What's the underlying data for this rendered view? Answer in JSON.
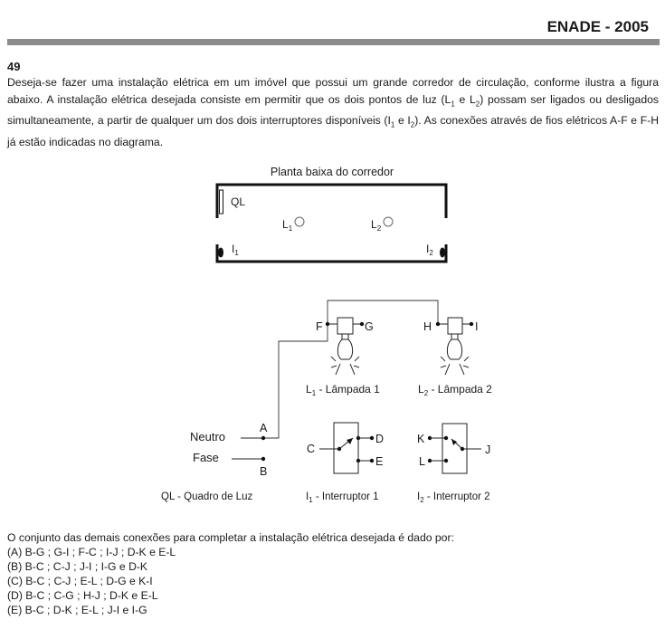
{
  "header": {
    "title": "ENADE - 2005"
  },
  "question": {
    "number": "49",
    "p1": "Deseja-se fazer uma instalação elétrica em um imóvel que possui um grande corredor de circulação, conforme ilustra a figura abaixo. A instalação elétrica desejada consiste em permitir que os dois pontos de luz (L",
    "p1_sub1": "1",
    "p2": " e L",
    "p2_sub2": "2",
    "p3": ") possam ser ligados ou desligados simultaneamente, a partir de qualquer um dos dois interruptores disponíveis (I",
    "p3_sub1": "1",
    "p4": " e I",
    "p4_sub2": "2",
    "p5": "). As conexões através de fios elétricos A-F e F-H já estão indicadas no diagrama."
  },
  "plan": {
    "title": "Planta baixa do corredor",
    "ql_label": "QL",
    "l1": "L",
    "l1_sub": "1",
    "l2": "L",
    "l2_sub": "2",
    "i1": "I",
    "i1_sub": "1",
    "i2": "I",
    "i2_sub": "2"
  },
  "circuit": {
    "F": "F",
    "G": "G",
    "H": "H",
    "I": "I",
    "lamp1_L": "L",
    "lamp1_sub": "1",
    "lamp1_text": " - Lâmpada 1",
    "lamp2_L": "L",
    "lamp2_sub": "2",
    "lamp2_text": " - Lâmpada 2",
    "neutro": "Neutro",
    "fase": "Fase",
    "A": "A",
    "B": "B",
    "ql_caption": "QL - Quadro de Luz",
    "C": "C",
    "D": "D",
    "E": "E",
    "sw1_I": "I",
    "sw1_sub": "1",
    "sw1_text": " - Interruptor 1",
    "K": "K",
    "J": "J",
    "L": "L",
    "sw2_I": "I",
    "sw2_sub": "2",
    "sw2_text": " - Interruptor 2"
  },
  "footer": {
    "prompt": "O conjunto das demais conexões para completar a instalação elétrica desejada é dado por:",
    "options": [
      "(A) B-G ; G-I ; F-C ; I-J ; D-K  e  E-L",
      "(B) B-C ; C-J ; J-I ; I-G  e  D-K",
      "(C) B-C ; C-J ; E-L ; D-G  e  K-I",
      "(D) B-C ; C-G ; H-J ; D-K  e  E-L",
      "(E) B-C ; D-K ; E-L ; J-I  e  I-G"
    ]
  }
}
